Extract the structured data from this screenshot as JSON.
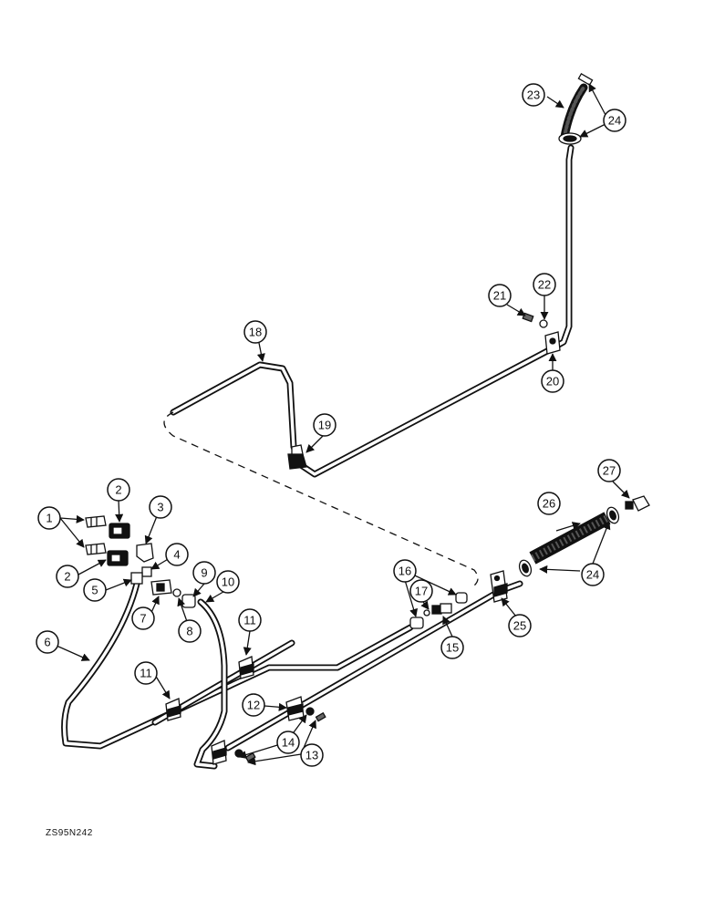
{
  "figure_code": "ZS95N242",
  "callout_labels": [
    "1",
    "2",
    "2",
    "3",
    "4",
    "5",
    "6",
    "7",
    "8",
    "9",
    "10",
    "11",
    "11",
    "12",
    "13",
    "14",
    "15",
    "16",
    "17",
    "18",
    "19",
    "20",
    "21",
    "22",
    "23",
    "24",
    "24",
    "25",
    "26",
    "27"
  ]
}
